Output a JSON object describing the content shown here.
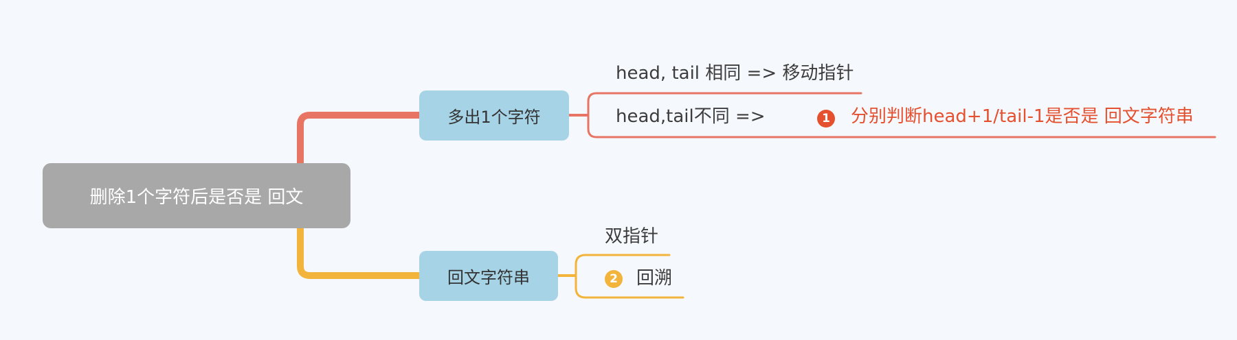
{
  "root": {
    "label": "删除1个字符后是否是 回文"
  },
  "branches": [
    {
      "label": "多出1个字符",
      "color": "#e87564",
      "children": [
        {
          "label": "head, tail 相同 => 移动指针"
        },
        {
          "label": "head,tail不同 =>",
          "children": [
            {
              "marker": "1",
              "label": "分别判断head+1/tail-1是否是 回文字符串",
              "color": "#e5502f"
            }
          ]
        }
      ]
    },
    {
      "label": "回文字符串",
      "color": "#f2b43b",
      "children": [
        {
          "label": "双指针"
        },
        {
          "marker": "2",
          "label": "回溯"
        }
      ]
    }
  ],
  "colors": {
    "background": "#f5f8fc",
    "root_fill": "#a8a8a8",
    "branch_fill": "#a6d3e5",
    "red_connector": "#e87564",
    "orange_connector": "#f2b43b",
    "marker_red": "#e5502f",
    "marker_orange": "#f2b43b"
  }
}
